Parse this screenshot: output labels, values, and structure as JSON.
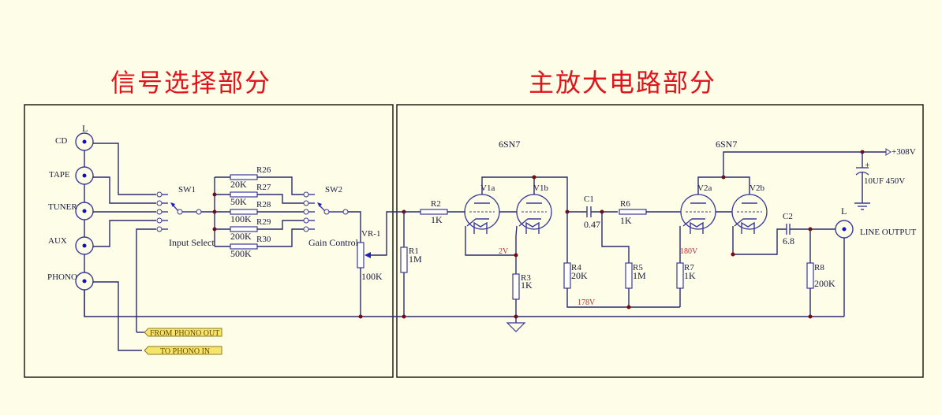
{
  "titles": {
    "signal_section": "信号选择部分",
    "amp_section": "主放大电路部分"
  },
  "inputs": {
    "channel_label": "L",
    "jacks": [
      "CD",
      "TAPE",
      "TUNER",
      "AUX",
      "PHONO"
    ]
  },
  "switches": {
    "sw1": "SW1",
    "sw1_caption": "Input Select",
    "sw2": "SW2",
    "sw2_caption": "Gain Control"
  },
  "gain_resistors": [
    {
      "ref": "R26",
      "value": "20K"
    },
    {
      "ref": "R27",
      "value": "50K"
    },
    {
      "ref": "R28",
      "value": "100K"
    },
    {
      "ref": "R29",
      "value": "200K"
    },
    {
      "ref": "R30",
      "value": "500K"
    }
  ],
  "pot": {
    "ref": "VR-1",
    "value": "100K"
  },
  "ports": {
    "from_phono_out": "FROM PHONO OUT",
    "to_phono_in": "TO PHONO IN"
  },
  "tubes": {
    "stage1_type": "6SN7",
    "stage2_type": "6SN7",
    "v1a": "V1a",
    "v1b": "V1b",
    "v2a": "V2a",
    "v2b": "V2b"
  },
  "components": {
    "r1": {
      "ref": "R1",
      "value": "1M"
    },
    "r2": {
      "ref": "R2",
      "value": "1K"
    },
    "r3": {
      "ref": "R3",
      "value": "1K"
    },
    "r4": {
      "ref": "R4",
      "value": "20K"
    },
    "r5": {
      "ref": "R5",
      "value": "1M"
    },
    "r6": {
      "ref": "R6",
      "value": "1K"
    },
    "r7": {
      "ref": "R7",
      "value": "1K"
    },
    "r8": {
      "ref": "R8",
      "value": "200K"
    },
    "c1": {
      "ref": "C1",
      "value": "0.47"
    },
    "c2": {
      "ref": "C2",
      "value": "6.8"
    },
    "cf": {
      "value": "10UF 450V"
    }
  },
  "voltages": {
    "v1_cathode": "2V",
    "plate_node": "178V",
    "v2_cathode": "180V",
    "supply": "+308V"
  },
  "output": {
    "channel_label": "L",
    "label": "LINE OUTPUT"
  }
}
